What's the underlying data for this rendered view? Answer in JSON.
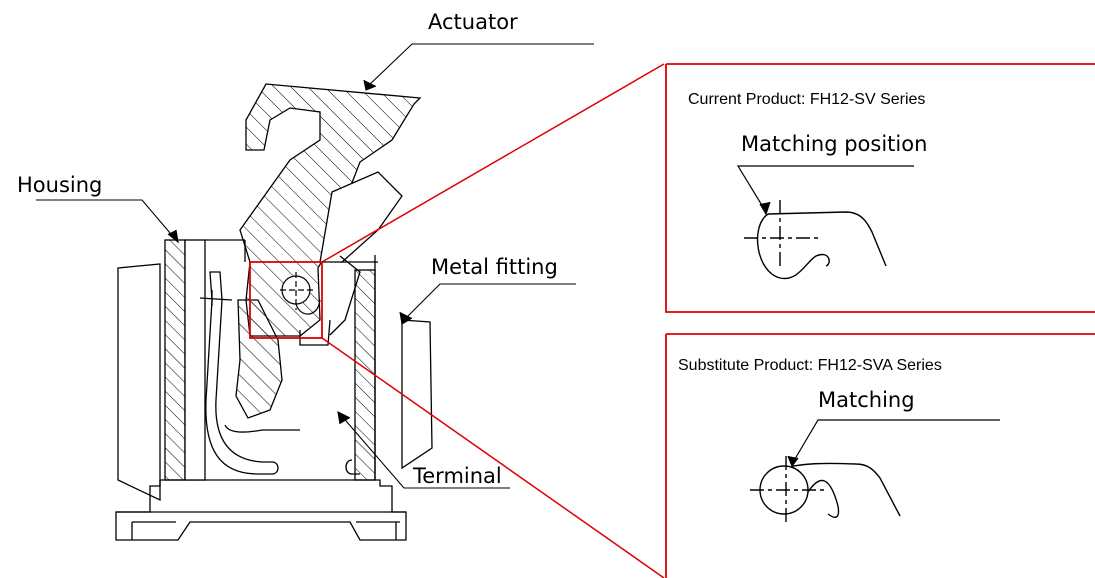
{
  "labels": {
    "actuator": "Actuator",
    "housing": "Housing",
    "metal_fitting": "Metal fitting",
    "terminal": "Terminal"
  },
  "panels": {
    "current": {
      "title": "Current Product: FH12-SV Series",
      "callout": "Matching position"
    },
    "substitute": {
      "title": "Substitute Product: FH12-SVA Series",
      "callout": "Matching"
    }
  },
  "colors": {
    "line": "#000000",
    "highlight": "#e00000",
    "hatch": "#000000",
    "background": "#ffffff"
  }
}
